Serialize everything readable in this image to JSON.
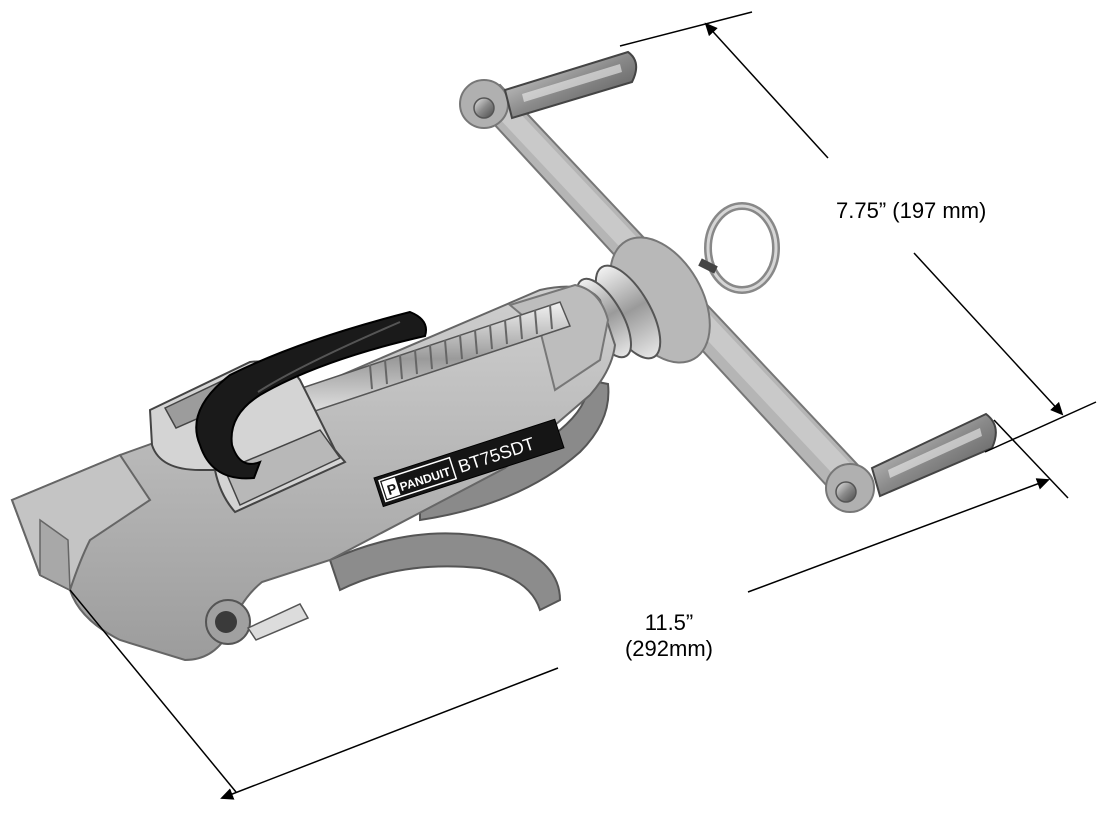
{
  "dimensions": {
    "handle_width": "7.75” (197 mm)",
    "overall_length_line1": "11.5”",
    "overall_length_line2": "(292mm)"
  },
  "product": {
    "brand": "PANDUIT",
    "model": "BT75SDT"
  },
  "colors": {
    "body_gray": "#b4b4b4",
    "dark_gray": "#5a5a5a",
    "chrome": "#d8d8d8",
    "black": "#111111",
    "line": "#000000"
  }
}
